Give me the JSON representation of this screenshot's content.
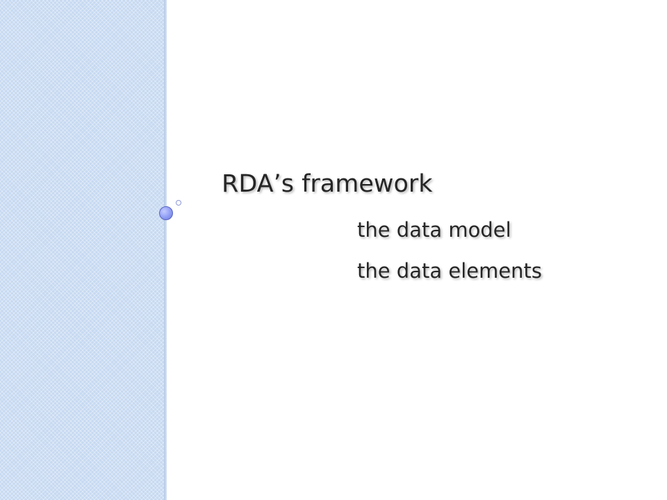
{
  "slide": {
    "title": "RDA’s framework",
    "subtitles": [
      "the data model",
      "the data elements"
    ]
  },
  "colors": {
    "side_panel": "#c6d9f1",
    "text": "#262626",
    "accent_dot": "#8e9cf4"
  },
  "icons": {
    "large_dot": "circle-icon",
    "small_dot": "circle-outline-icon"
  }
}
